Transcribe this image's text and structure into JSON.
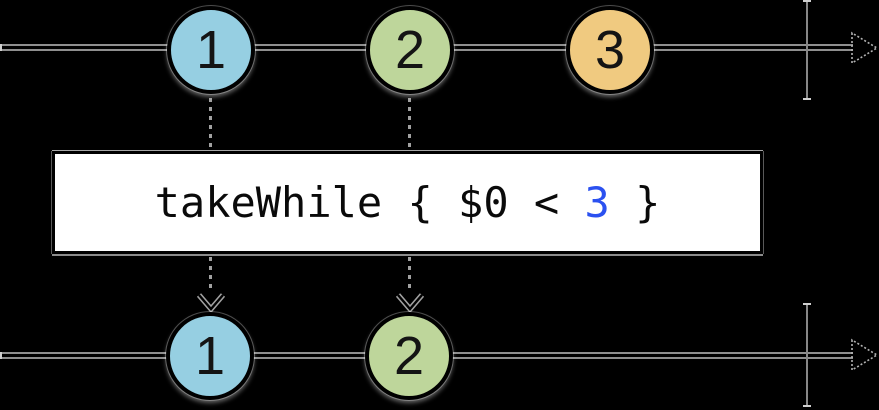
{
  "diagram": {
    "kind": "marble-diagram",
    "operator": {
      "expression_full": "takeWhile { $0 < 3 }",
      "expression_prefix": "takeWhile { $0 < ",
      "expression_value": "3",
      "expression_suffix": " }",
      "value_color": "#2B51F0",
      "box_background": "#FFFFFF",
      "box_border_color": "#000000"
    },
    "input_timeline": {
      "marbles": [
        {
          "value": "1",
          "color": "#96CFE2"
        },
        {
          "value": "2",
          "#comment": "",
          "color": "#BED69B"
        },
        {
          "value": "3",
          "color": "#F0CA80"
        }
      ]
    },
    "output_timeline": {
      "marbles": [
        {
          "value": "1",
          "color": "#96CFE2"
        },
        {
          "value": "2",
          "color": "#BED69B"
        }
      ]
    },
    "colors": {
      "background": "#000000",
      "line": "#8F8F8F",
      "dash": "#A2A2A2",
      "marble_text": "#141414"
    }
  }
}
